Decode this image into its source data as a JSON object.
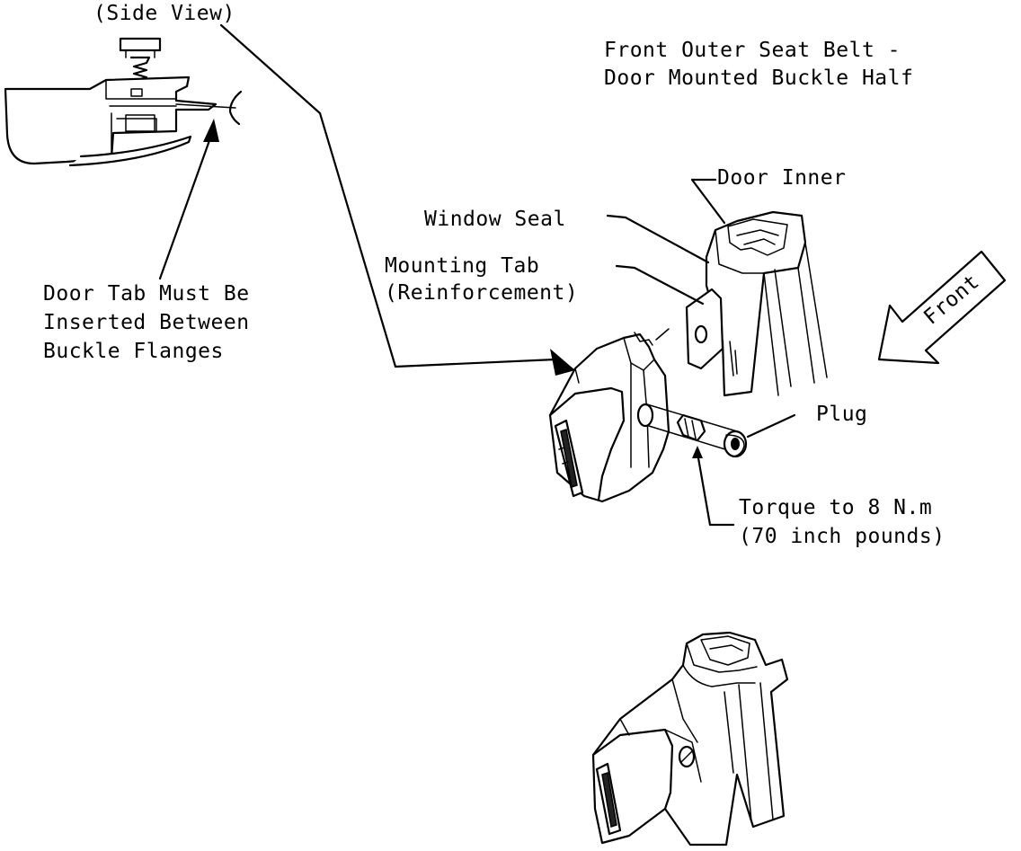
{
  "labels": {
    "side_view": "(Side View)",
    "title_line1": "Front Outer Seat Belt -",
    "title_line2": "Door Mounted Buckle Half",
    "door_inner": "Door Inner",
    "window_seal": "Window Seal",
    "mounting_tab_line1": "Mounting Tab",
    "mounting_tab_line2": "(Reinforcement)",
    "door_tab_line1": "Door Tab Must Be",
    "door_tab_line2": "Inserted Between",
    "door_tab_line3": "Buckle Flanges",
    "plug": "Plug",
    "torque_line1": "Torque to 8 N.m",
    "torque_line2": "(70 inch pounds)",
    "front": "Front"
  },
  "colors": {
    "ink": "#000000",
    "paper": "#ffffff"
  }
}
